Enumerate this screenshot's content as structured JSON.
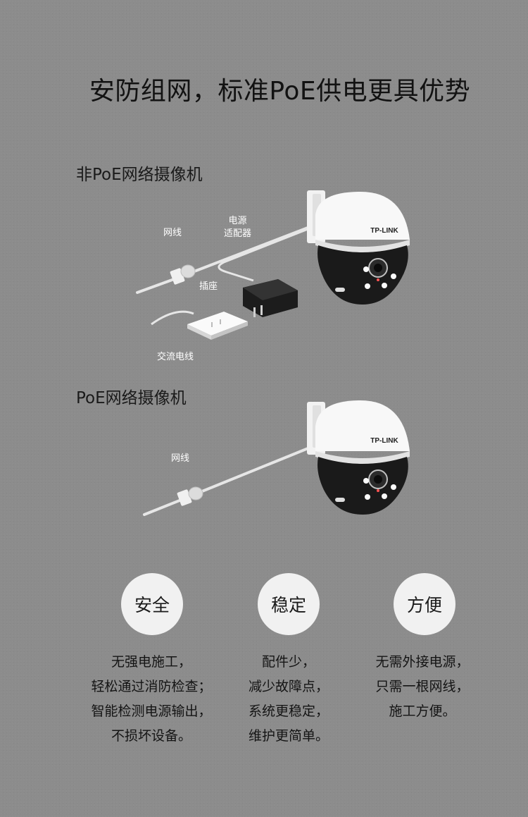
{
  "title": "安防组网，标准PoE供电更具优势",
  "section_non_poe": {
    "title": "非PoE网络摄像机",
    "labels": {
      "cable": "网线",
      "adapter_line1": "电源",
      "adapter_line2": "适配器",
      "socket": "插座",
      "ac_cable": "交流电线"
    },
    "brand": "TP-LINK"
  },
  "section_poe": {
    "title": "PoE网络摄像机",
    "labels": {
      "cable": "网线"
    },
    "brand": "TP-LINK"
  },
  "features": [
    {
      "name": "安全",
      "lines": [
        "无强电施工，",
        "轻松通过消防检查；",
        "智能检测电源输出，",
        "不损坏设备。"
      ]
    },
    {
      "name": "稳定",
      "lines": [
        "配件少，",
        "减少故障点，",
        "系统更稳定，",
        "维护更简单。"
      ]
    },
    {
      "name": "方便",
      "lines": [
        "无需外接电源，",
        "只需一根网线，",
        "施工方便。"
      ]
    }
  ]
}
